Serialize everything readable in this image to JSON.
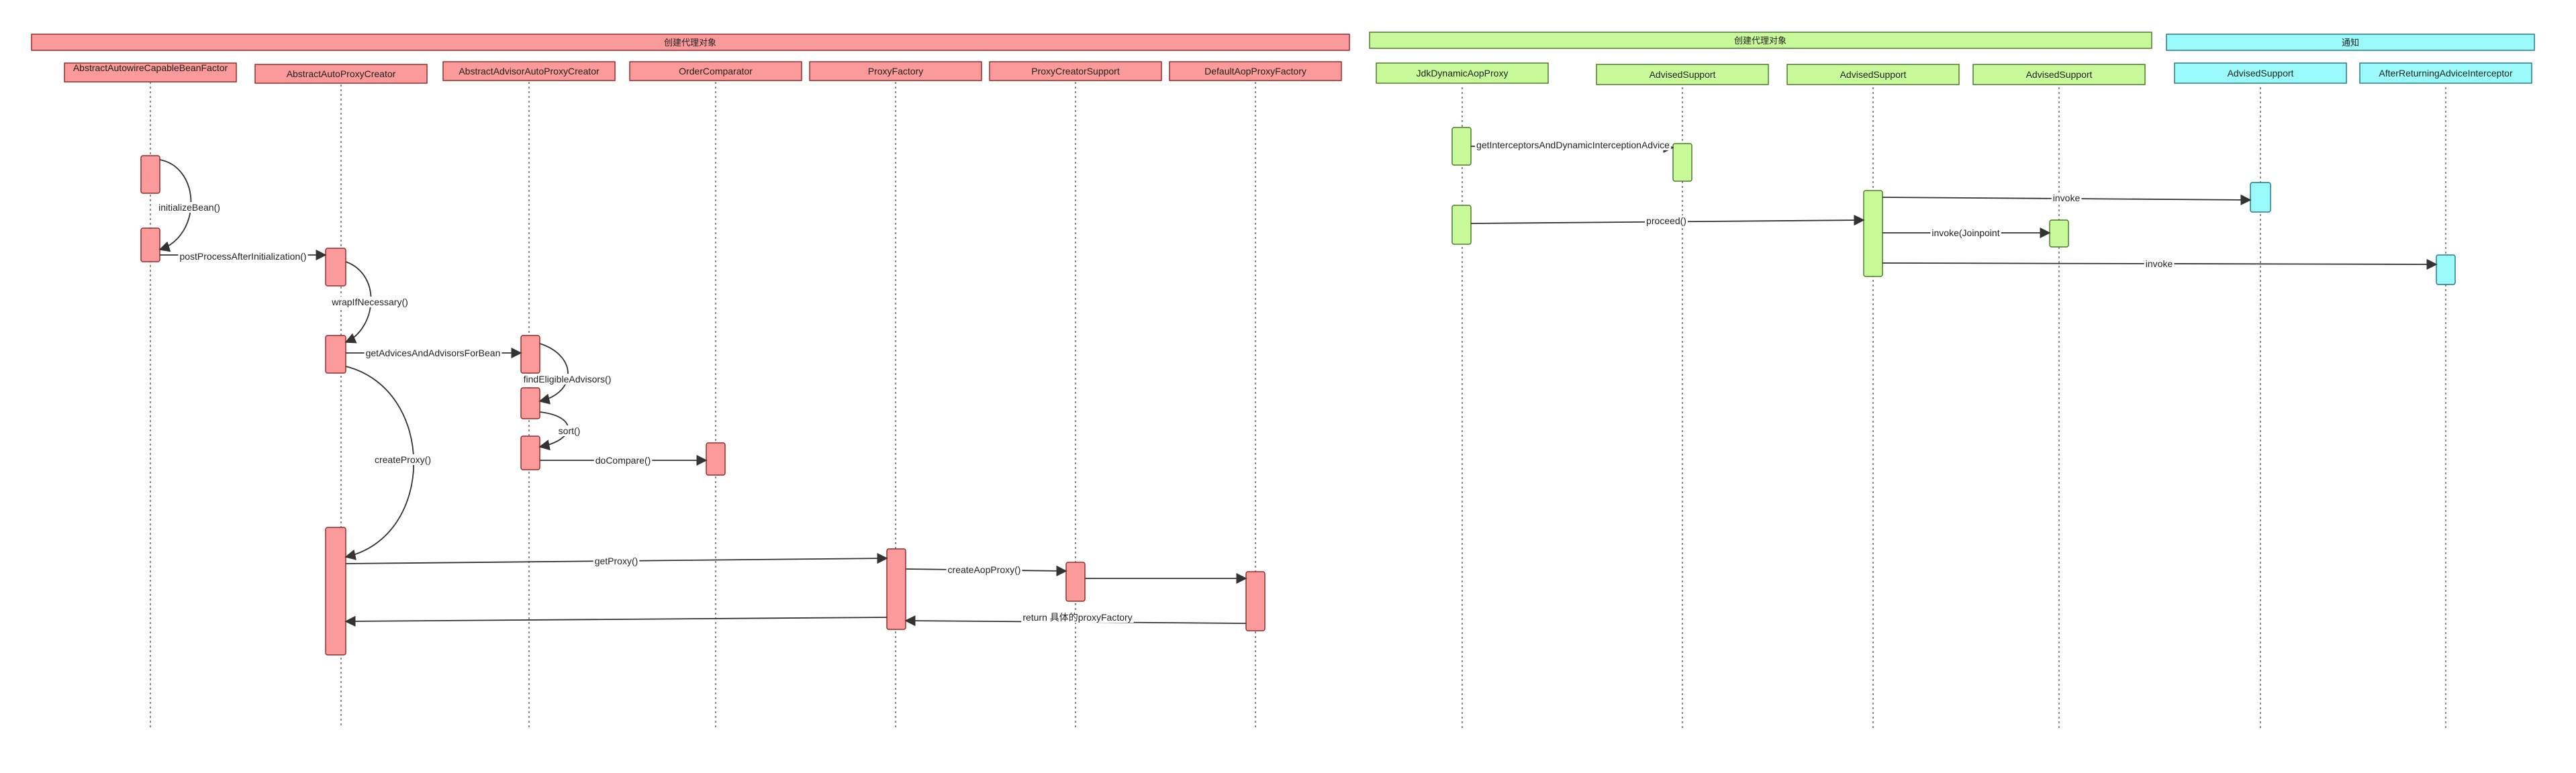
{
  "colors": {
    "red_fill": "#fa9a9a",
    "red_stroke": "#9a2a2a",
    "green_fill": "#c8fa9a",
    "green_stroke": "#4d7a2a",
    "cyan_fill": "#9afafa",
    "cyan_stroke": "#2a7a8a",
    "line": "#333333",
    "lifeline": "#666666"
  },
  "groups": [
    {
      "id": "g1",
      "label": "创建代理对象",
      "color": "red"
    },
    {
      "id": "g2",
      "label": "创建代理对象",
      "color": "green"
    },
    {
      "id": "g3",
      "label": "通知",
      "color": "cyan"
    }
  ],
  "participants": [
    {
      "id": "p1",
      "label": "AbstractAutowireCapableBeanFactor",
      "color": "red"
    },
    {
      "id": "p2",
      "label": "AbstractAutoProxyCreator",
      "color": "red"
    },
    {
      "id": "p3",
      "label": "AbstractAdvisorAutoProxyCreator",
      "color": "red"
    },
    {
      "id": "p4",
      "label": "OrderComparator",
      "color": "red"
    },
    {
      "id": "p5",
      "label": "ProxyFactory",
      "color": "red"
    },
    {
      "id": "p6",
      "label": "ProxyCreatorSupport",
      "color": "red"
    },
    {
      "id": "p7",
      "label": "DefaultAopProxyFactory",
      "color": "red"
    },
    {
      "id": "p8",
      "label": "JdkDynamicAopProxy",
      "color": "green"
    },
    {
      "id": "p9",
      "label": "AdvisedSupport",
      "color": "green"
    },
    {
      "id": "p10",
      "label": "AdvisedSupport",
      "color": "green"
    },
    {
      "id": "p11",
      "label": "AdvisedSupport",
      "color": "green"
    },
    {
      "id": "p12",
      "label": "AdvisedSupport",
      "color": "cyan"
    },
    {
      "id": "p13",
      "label": "AfterReturningAdviceInterceptor",
      "color": "cyan"
    }
  ],
  "messages": [
    {
      "id": "m1",
      "label": "initializeBean()",
      "from": "p1",
      "to": "p1",
      "kind": "self"
    },
    {
      "id": "m2",
      "label": "postProcessAfterInitialization()",
      "from": "p1",
      "to": "p2",
      "kind": "call"
    },
    {
      "id": "m3",
      "label": "wrapIfNecessary()",
      "from": "p2",
      "to": "p2",
      "kind": "self"
    },
    {
      "id": "m4",
      "label": "getAdvicesAndAdvisorsForBean",
      "from": "p2",
      "to": "p3",
      "kind": "call"
    },
    {
      "id": "m5",
      "label": "findEligibleAdvisors()",
      "from": "p3",
      "to": "p3",
      "kind": "self"
    },
    {
      "id": "m6",
      "label": "sort()",
      "from": "p3",
      "to": "p3",
      "kind": "self"
    },
    {
      "id": "m7",
      "label": "doCompare()",
      "from": "p3",
      "to": "p4",
      "kind": "call"
    },
    {
      "id": "m8",
      "label": "createProxy()",
      "from": "p2",
      "to": "p2",
      "kind": "self"
    },
    {
      "id": "m9",
      "label": "getProxy()",
      "from": "p2",
      "to": "p5",
      "kind": "call"
    },
    {
      "id": "m10",
      "label": "createAopProxy()",
      "from": "p5",
      "to": "p6",
      "kind": "call"
    },
    {
      "id": "m11",
      "label": "",
      "from": "p6",
      "to": "p7",
      "kind": "call"
    },
    {
      "id": "m12",
      "label": "return 具体的proxyFactory",
      "from": "p7",
      "to": "p5",
      "kind": "return"
    },
    {
      "id": "m13",
      "label": "",
      "from": "p5",
      "to": "p2",
      "kind": "return"
    },
    {
      "id": "m14",
      "label": "getInterceptorsAndDynamicInterceptionAdvice",
      "from": "p8",
      "to": "p9",
      "kind": "call"
    },
    {
      "id": "m15",
      "label": "proceed()",
      "from": "p8",
      "to": "p10",
      "kind": "call"
    },
    {
      "id": "m16",
      "label": "invoke",
      "from": "p10",
      "to": "p12",
      "kind": "call"
    },
    {
      "id": "m17",
      "label": "invoke(Joinpoint",
      "from": "p10",
      "to": "p11",
      "kind": "call"
    },
    {
      "id": "m18",
      "label": "invoke",
      "from": "p10",
      "to": "p13",
      "kind": "call"
    }
  ]
}
